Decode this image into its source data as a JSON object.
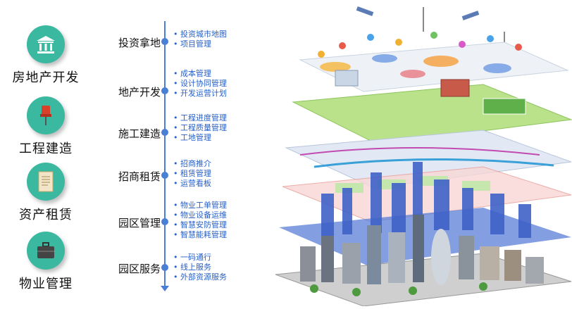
{
  "categories": [
    {
      "label": "房地产开发",
      "icon": "building-icon"
    },
    {
      "label": "工程建造",
      "icon": "pushpin-icon"
    },
    {
      "label": "资产租赁",
      "icon": "document-icon"
    },
    {
      "label": "物业管理",
      "icon": "briefcase-icon"
    }
  ],
  "stages": [
    {
      "label": "投资拿地",
      "items": [
        "投资城市地图",
        "项目管理"
      ]
    },
    {
      "label": "地产开发",
      "items": [
        "成本管理",
        "设计协同管理",
        "开发运营计划"
      ]
    },
    {
      "label": "施工建造",
      "items": [
        "工程进度管理",
        "工程质量管理",
        "工地管理"
      ]
    },
    {
      "label": "招商租赁",
      "items": [
        "招商推介",
        "租赁管理",
        "运营看板"
      ]
    },
    {
      "label": "园区管理",
      "items": [
        "物业工单管理",
        "物业设备运维",
        "智慧安防管理",
        "智慧能耗管理"
      ]
    },
    {
      "label": "园区服务",
      "items": [
        "一码通行",
        "线上服务",
        "外部资源服务"
      ]
    }
  ],
  "colors": {
    "accent": "#3bb8a0",
    "timeline": "#4a7fd6",
    "item_text": "#2860c7"
  }
}
